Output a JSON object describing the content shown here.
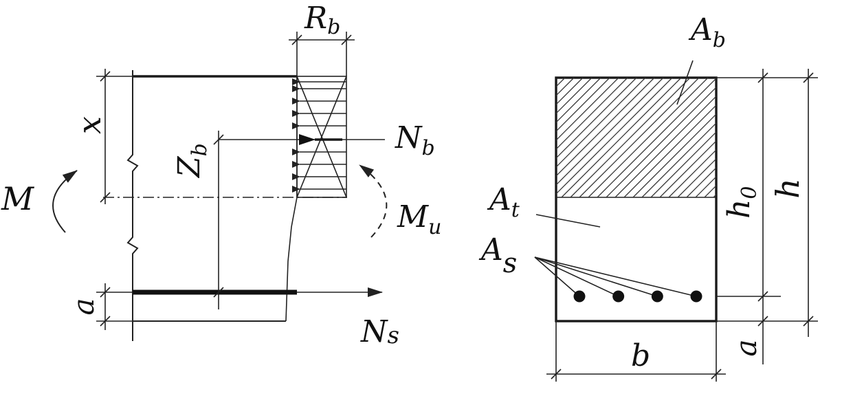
{
  "left_figure": {
    "x_label": "x",
    "a_label": "a",
    "zb_label": "Z",
    "zb_sub": "b",
    "rb_label": "R",
    "rb_sub": "b",
    "nb_label": "N",
    "nb_sub": "b",
    "ns_label": "N",
    "ns_sub": "s",
    "mu_label": "M",
    "mu_sub": "u",
    "m_label": "M"
  },
  "right_figure": {
    "ab_label": "A",
    "ab_sub": "b",
    "at_label": "A",
    "at_sub": "t",
    "as_label": "A",
    "as_sub": "s",
    "b_label": "b",
    "a_label": "a",
    "h0_label": "h",
    "h0_sub": "0",
    "h_label": "h",
    "bar_count": 4
  },
  "colors": {
    "line": "#222222",
    "background": "#ffffff"
  }
}
